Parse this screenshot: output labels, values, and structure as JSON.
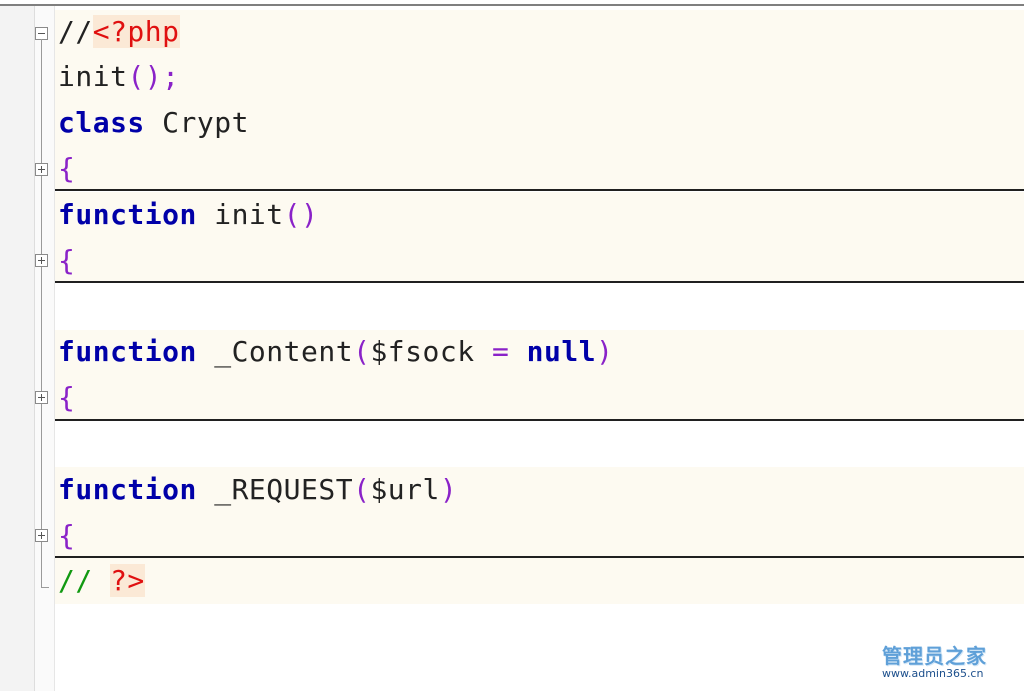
{
  "editor": {
    "lines": [
      {
        "tokens": [
          {
            "t": "//",
            "c": "id"
          },
          {
            "t": "<?php",
            "c": "ph"
          }
        ]
      },
      {
        "tokens": [
          {
            "t": "init",
            "c": "id"
          },
          {
            "t": "();",
            "c": "op"
          }
        ]
      },
      {
        "tokens": [
          {
            "t": "class",
            "c": "kw"
          },
          {
            "t": " Crypt",
            "c": "id"
          }
        ]
      },
      {
        "tokens": [
          {
            "t": "{",
            "c": "op"
          }
        ]
      },
      {
        "tokens": [
          {
            "t": "function",
            "c": "kw"
          },
          {
            "t": " init",
            "c": "id"
          },
          {
            "t": "()",
            "c": "op"
          }
        ]
      },
      {
        "tokens": [
          {
            "t": "{",
            "c": "op"
          }
        ]
      },
      {
        "tokens": []
      },
      {
        "tokens": [
          {
            "t": "function",
            "c": "kw"
          },
          {
            "t": " _Content",
            "c": "id"
          },
          {
            "t": "(",
            "c": "op"
          },
          {
            "t": "$fsock",
            "c": "id"
          },
          {
            "t": " = ",
            "c": "op"
          },
          {
            "t": "null",
            "c": "kw"
          },
          {
            "t": ")",
            "c": "op"
          }
        ]
      },
      {
        "tokens": [
          {
            "t": "{",
            "c": "op"
          }
        ]
      },
      {
        "tokens": []
      },
      {
        "tokens": [
          {
            "t": "function",
            "c": "kw"
          },
          {
            "t": " _REQUEST",
            "c": "id"
          },
          {
            "t": "(",
            "c": "op"
          },
          {
            "t": "$url",
            "c": "id"
          },
          {
            "t": ")",
            "c": "op"
          }
        ]
      },
      {
        "tokens": [
          {
            "t": "{",
            "c": "op"
          }
        ]
      },
      {
        "tokens": [
          {
            "t": "// ",
            "c": "cm"
          },
          {
            "t": "?>",
            "c": "ph"
          }
        ]
      }
    ]
  },
  "watermark": {
    "title": "管理员之家",
    "url": "www.admin365.cn"
  },
  "colors": {
    "keyword": "#0000a8",
    "identifier": "#222222",
    "operator": "#8a22c8",
    "php_tag": "#e01010",
    "comment": "#119911",
    "line_background": "#fdfaf1"
  },
  "icons": [
    "fold-minus-icon",
    "fold-plus-icon"
  ]
}
